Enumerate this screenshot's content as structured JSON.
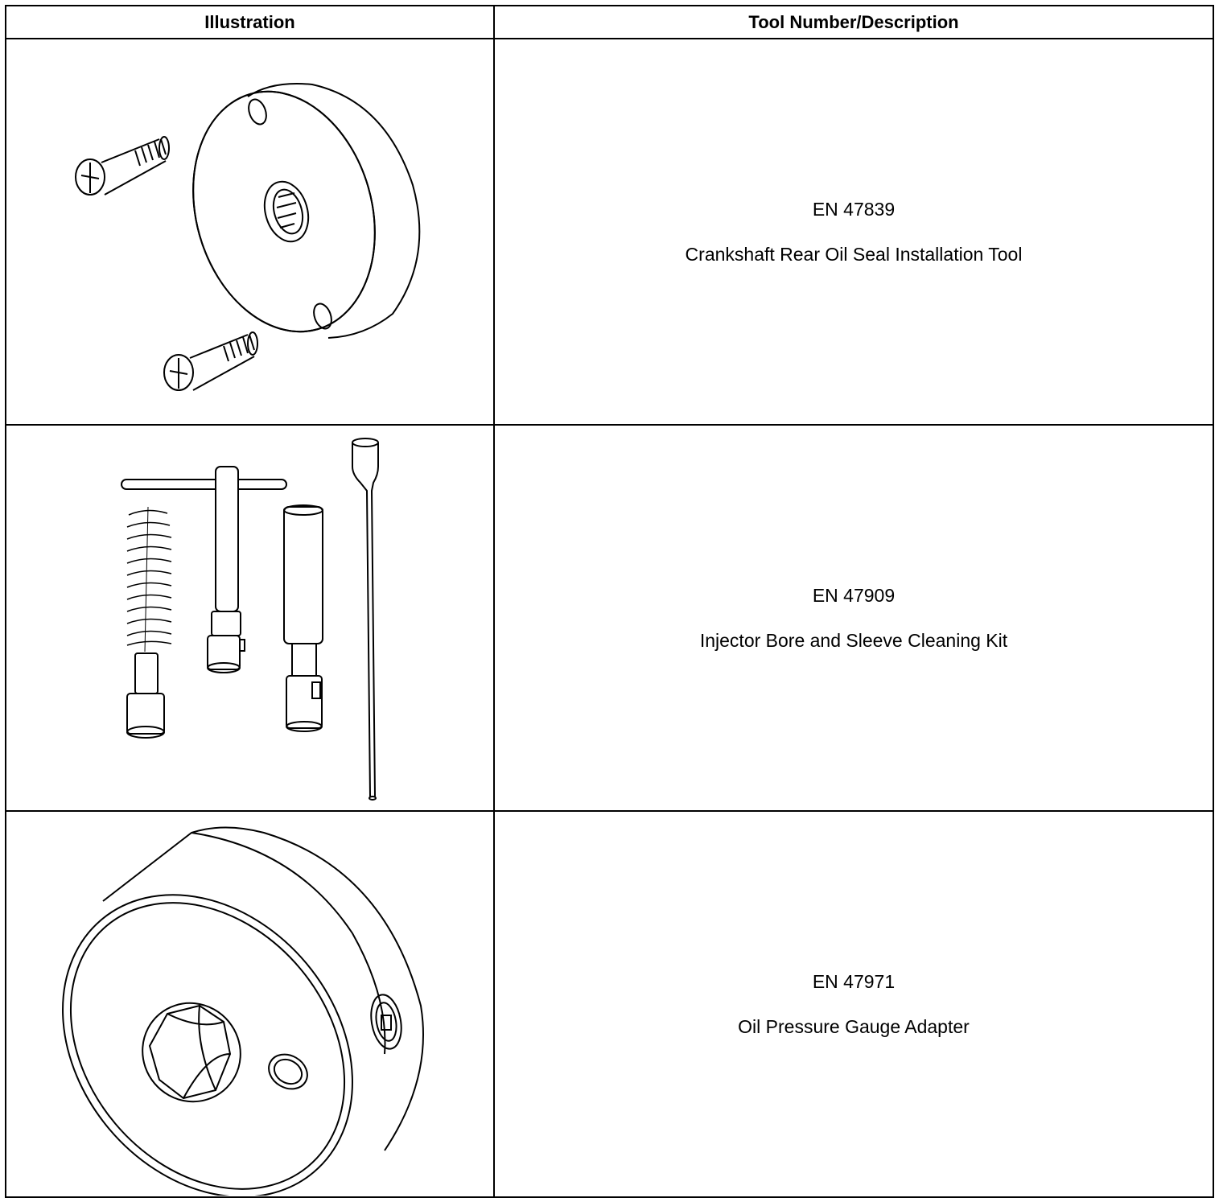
{
  "table": {
    "headers": [
      "Illustration",
      "Tool Number/Description"
    ],
    "rows": [
      {
        "number": "EN 47839",
        "description": "Crankshaft Rear Oil Seal Installation Tool",
        "illustration_icon": "seal-installer-icon"
      },
      {
        "number": "EN 47909",
        "description": "Injector Bore and Sleeve Cleaning Kit",
        "illustration_icon": "cleaning-kit-icon"
      },
      {
        "number": "EN 47971",
        "description": "Oil Pressure Gauge Adapter",
        "illustration_icon": "gauge-adapter-icon"
      }
    ]
  }
}
